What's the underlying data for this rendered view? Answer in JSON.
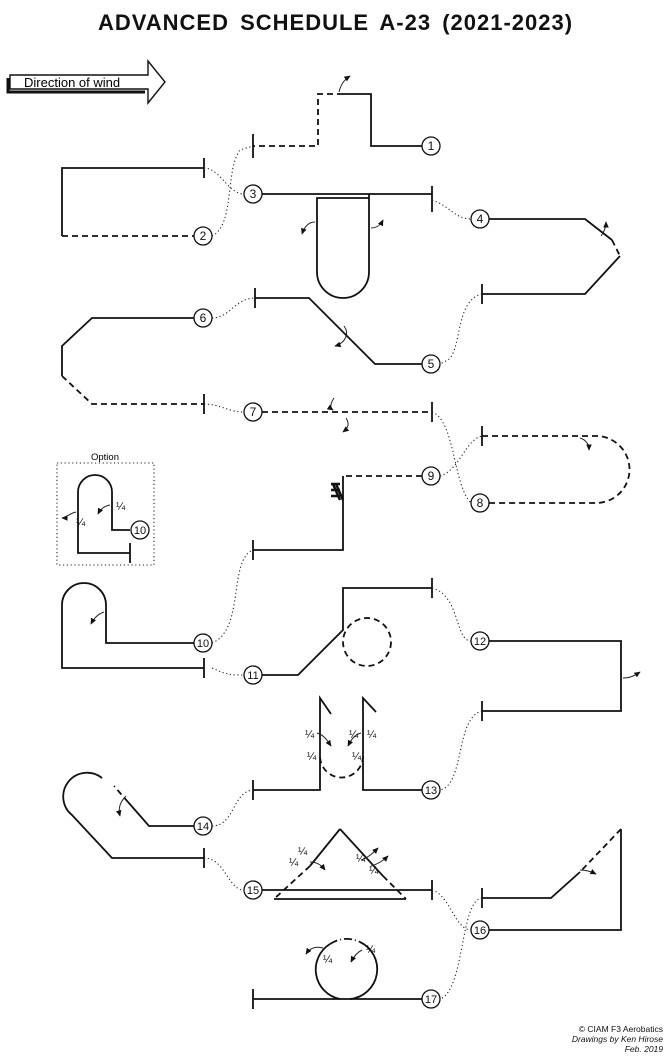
{
  "title": "ADVANCED  SCHEDULE  A-23   (2021-2023)",
  "wind_label": "Direction of wind",
  "option_label": "Option",
  "quarter": "¼",
  "figures": [
    {
      "label": "1"
    },
    {
      "label": "2"
    },
    {
      "label": "3"
    },
    {
      "label": "4"
    },
    {
      "label": "5"
    },
    {
      "label": "6"
    },
    {
      "label": "7"
    },
    {
      "label": "8"
    },
    {
      "label": "9"
    },
    {
      "label": "10"
    },
    {
      "label": "10"
    },
    {
      "label": "11"
    },
    {
      "label": "12"
    },
    {
      "label": "13"
    },
    {
      "label": "14"
    },
    {
      "label": "15"
    },
    {
      "label": "16"
    },
    {
      "label": "17"
    }
  ],
  "credit": {
    "copyright": "© CIAM F3 Aerobatics",
    "author": "Drawings by Ken Hirose",
    "date": "Feb.  2019"
  }
}
